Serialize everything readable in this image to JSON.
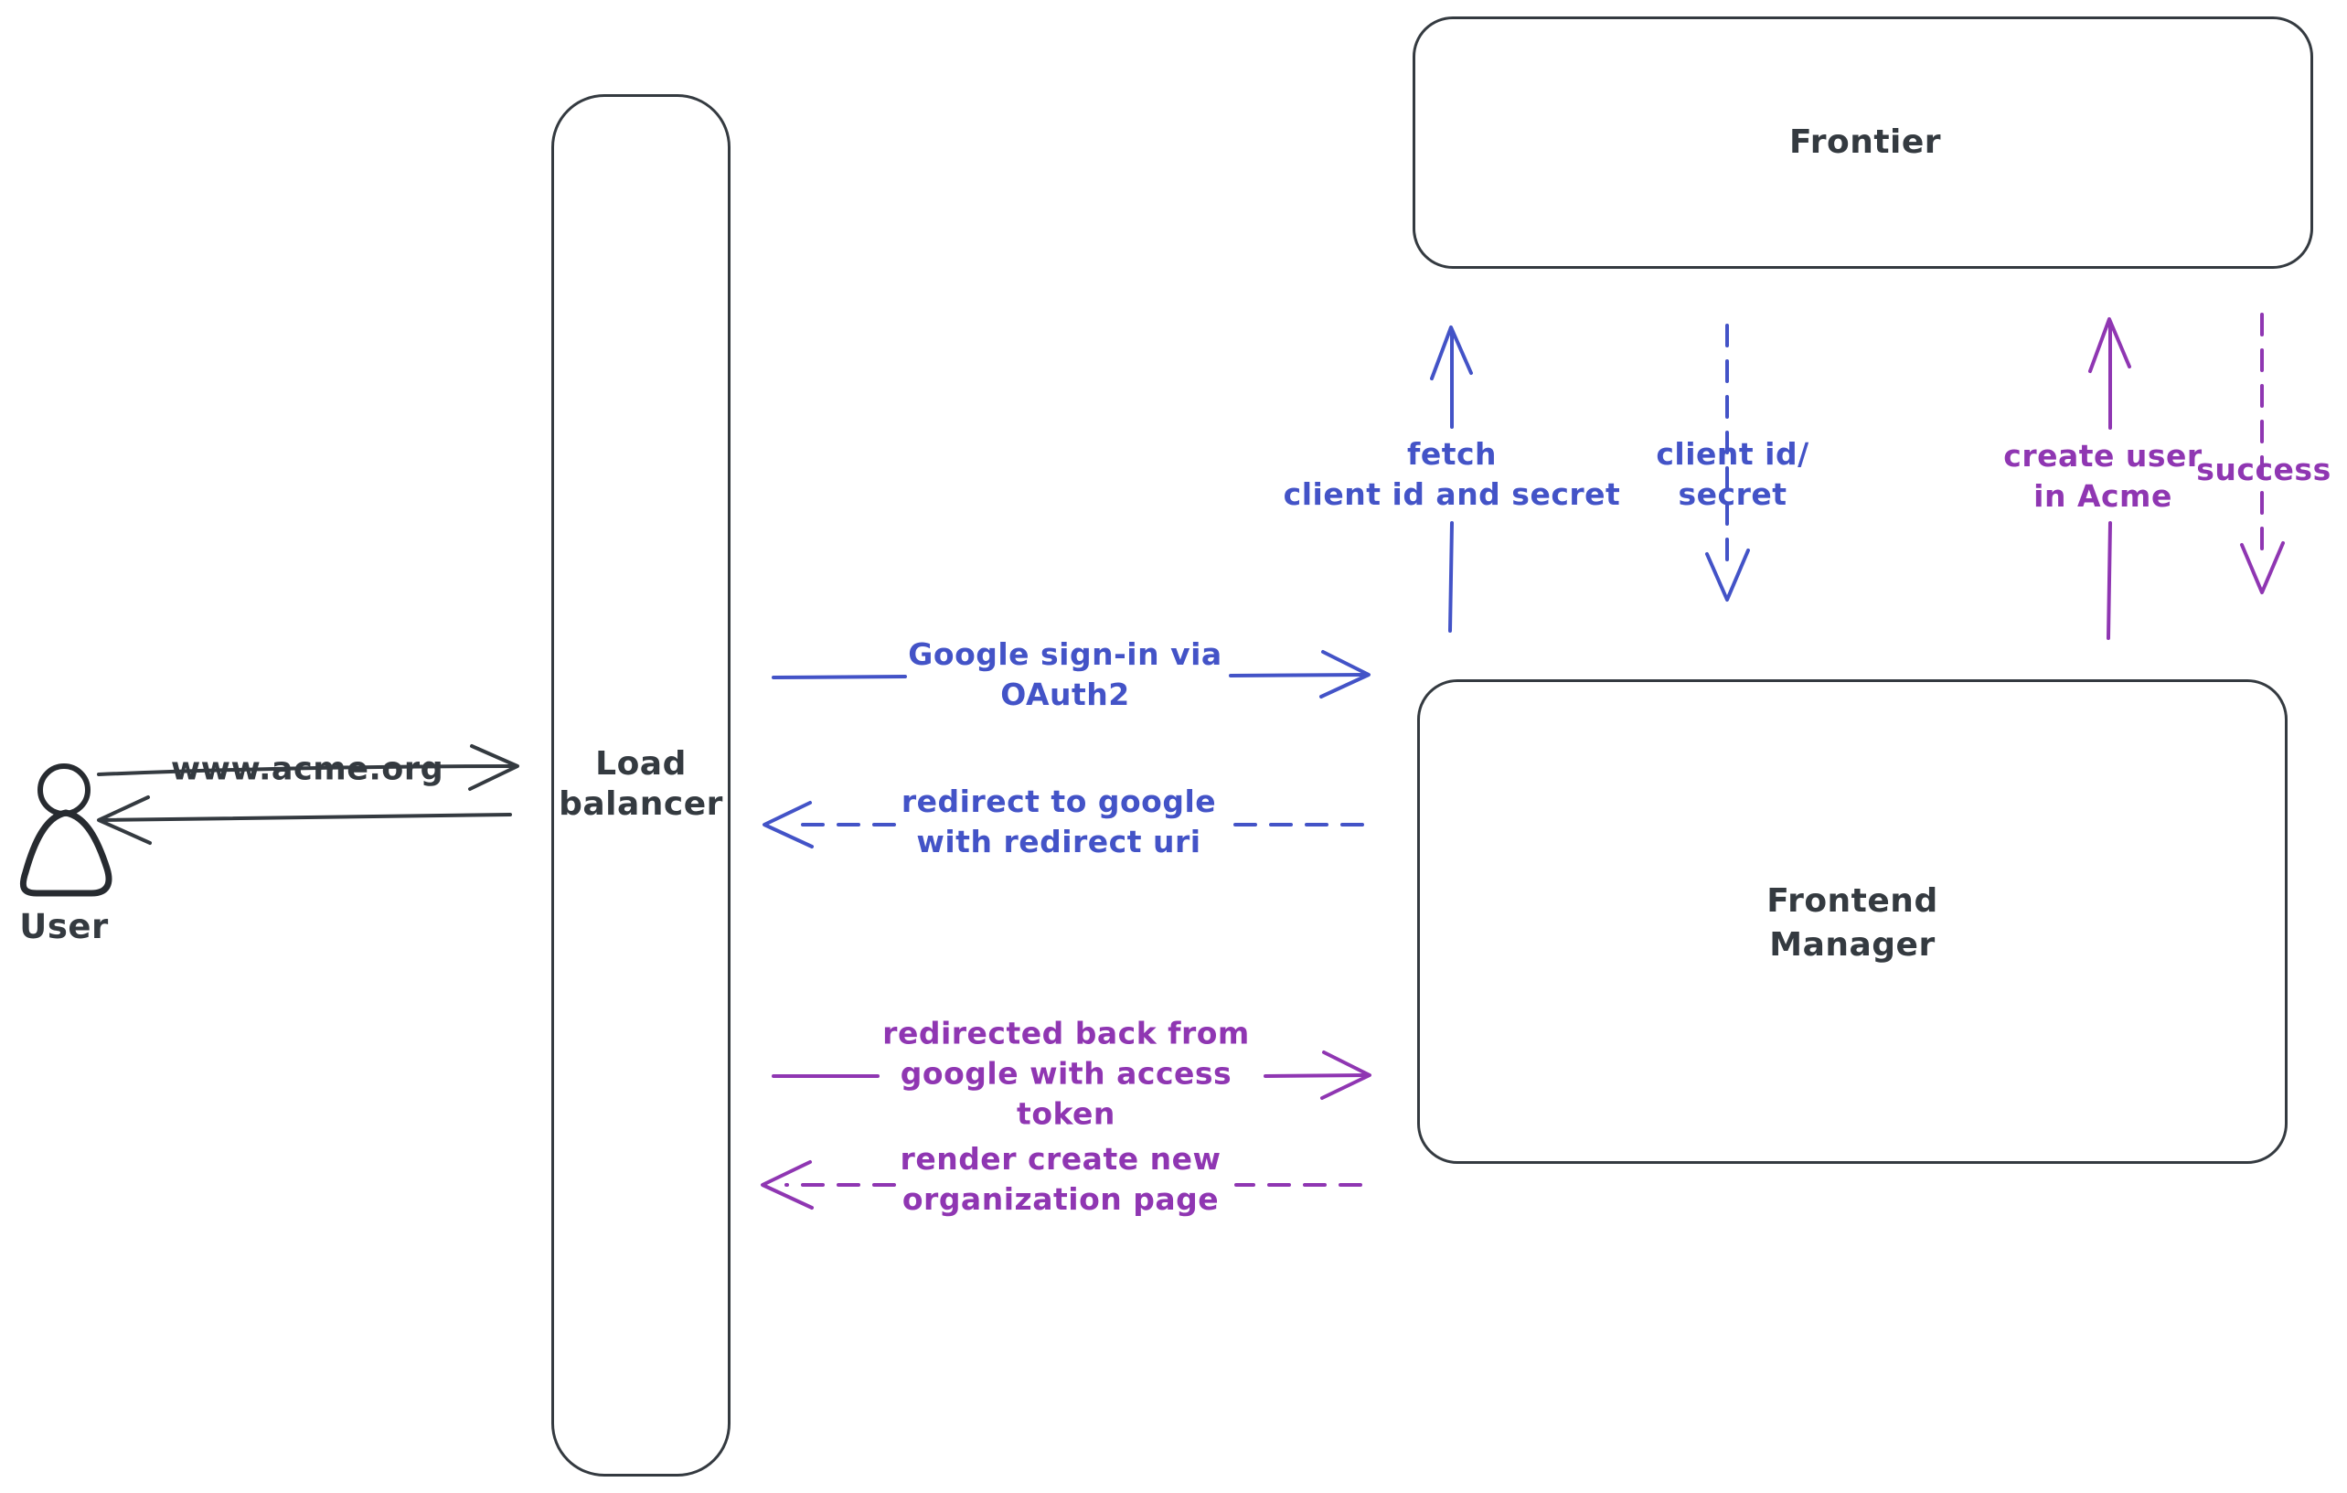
{
  "diagram": {
    "nodes": {
      "user": {
        "label": "User",
        "shape": "person"
      },
      "load_balancer": {
        "label": "Load\nbalancer",
        "shape": "rounded-rectangle"
      },
      "frontier": {
        "label": "Frontier",
        "shape": "rounded-rectangle"
      },
      "frontend_manager": {
        "label": "Frontend\nManager",
        "shape": "rounded-rectangle"
      }
    },
    "edges": {
      "www_request": {
        "label": "www.acme.org",
        "from": "User",
        "to": "Load balancer",
        "style": "solid",
        "color_name": "ink"
      },
      "response_to_user": {
        "label": "",
        "from": "Load balancer",
        "to": "User",
        "style": "solid",
        "color_name": "ink"
      },
      "google_signin": {
        "label": "Google sign-in via\nOAuth2",
        "from": "Load balancer",
        "to": "Frontend Manager",
        "style": "solid",
        "color_name": "blue"
      },
      "redirect_to_google": {
        "label": "redirect to google\nwith redirect uri",
        "from": "Frontend Manager",
        "to": "Load balancer",
        "style": "dashed",
        "color_name": "blue"
      },
      "redirected_back": {
        "label": "redirected back from\ngoogle with access\ntoken",
        "from": "Load balancer",
        "to": "Frontend Manager",
        "style": "solid",
        "color_name": "purple"
      },
      "render_org_page": {
        "label": "render create new\norganization page",
        "from": "Frontend Manager",
        "to": "Load balancer",
        "style": "dashed",
        "color_name": "purple"
      },
      "fetch_client_creds": {
        "label": "fetch\nclient id and secret",
        "from": "Frontend Manager",
        "to": "Frontier",
        "style": "solid",
        "color_name": "blue"
      },
      "client_creds": {
        "label": "client id/\nsecret",
        "from": "Frontier",
        "to": "Frontend Manager",
        "style": "dashed",
        "color_name": "blue"
      },
      "create_user": {
        "label": "create user\nin Acme",
        "from": "Frontend Manager",
        "to": "Frontier",
        "style": "solid",
        "color_name": "purple"
      },
      "success": {
        "label": "success",
        "from": "Frontier",
        "to": "Frontend Manager",
        "style": "dashed",
        "color_name": "purple"
      }
    },
    "colors": {
      "ink": "#343a40",
      "figure_ink": "#272b30",
      "blue": "#4353c7",
      "purple": "#8f36b2",
      "hatch": "#c9d1dc",
      "background": "#ffffff"
    }
  }
}
